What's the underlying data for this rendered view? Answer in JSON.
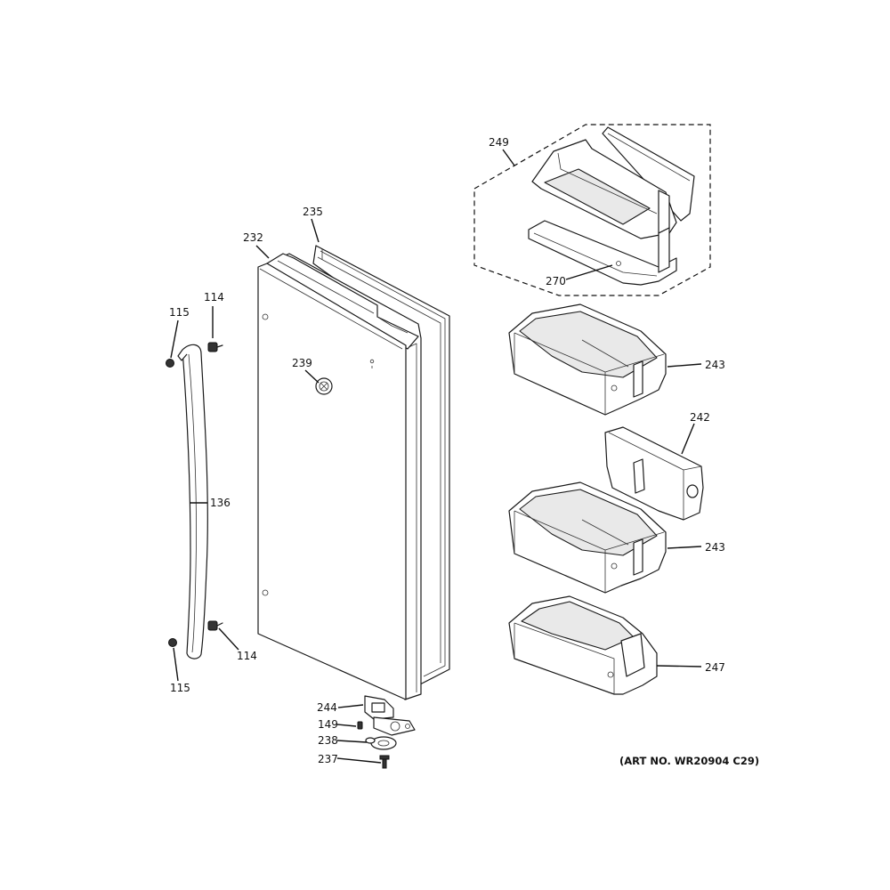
{
  "diagram": {
    "art_number": "(ART NO. WR20904 C29)",
    "callouts": {
      "c115a": "115",
      "c114a": "114",
      "c136": "136",
      "c114b": "114",
      "c115b": "115",
      "c232": "232",
      "c235": "235",
      "c239": "239",
      "c244": "244",
      "c149": "149",
      "c238": "238",
      "c237": "237",
      "c249": "249",
      "c270": "270",
      "c243a": "243",
      "c242": "242",
      "c243b": "243",
      "c247": "247"
    }
  }
}
